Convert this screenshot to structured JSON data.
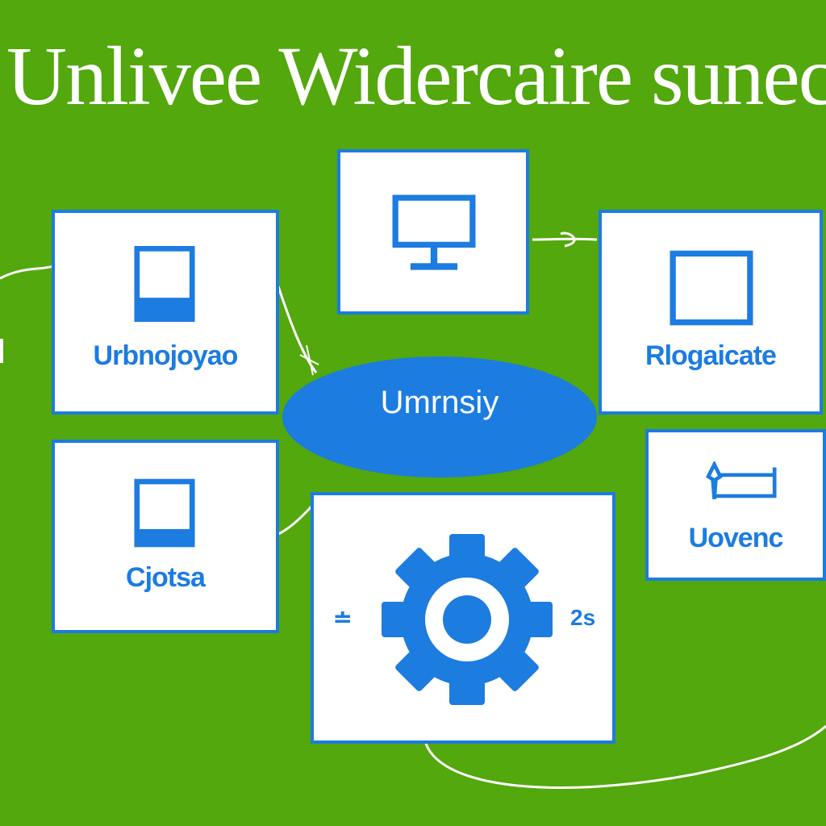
{
  "title": "Unlivee Widercaire sunectoc",
  "hub": {
    "label": "Umrnsiy"
  },
  "cards": {
    "top_monitor": {
      "icon": "monitor-icon"
    },
    "left_top": {
      "label": "Urbnojoyao",
      "icon": "tablet-icon"
    },
    "right_top": {
      "label": "Rlogaicate",
      "icon": "window-icon"
    },
    "left_bottom": {
      "label": "Cjotsa",
      "icon": "tablet-icon"
    },
    "right_bottom": {
      "label": "Uovenc",
      "icon": "pen-frame-icon"
    },
    "center_bottom": {
      "icon": "gear-icon",
      "left_text": "≐",
      "right_text": "2s"
    }
  },
  "colors": {
    "background": "#52a80c",
    "accent": "#1c7ce0",
    "card": "#ffffff"
  }
}
